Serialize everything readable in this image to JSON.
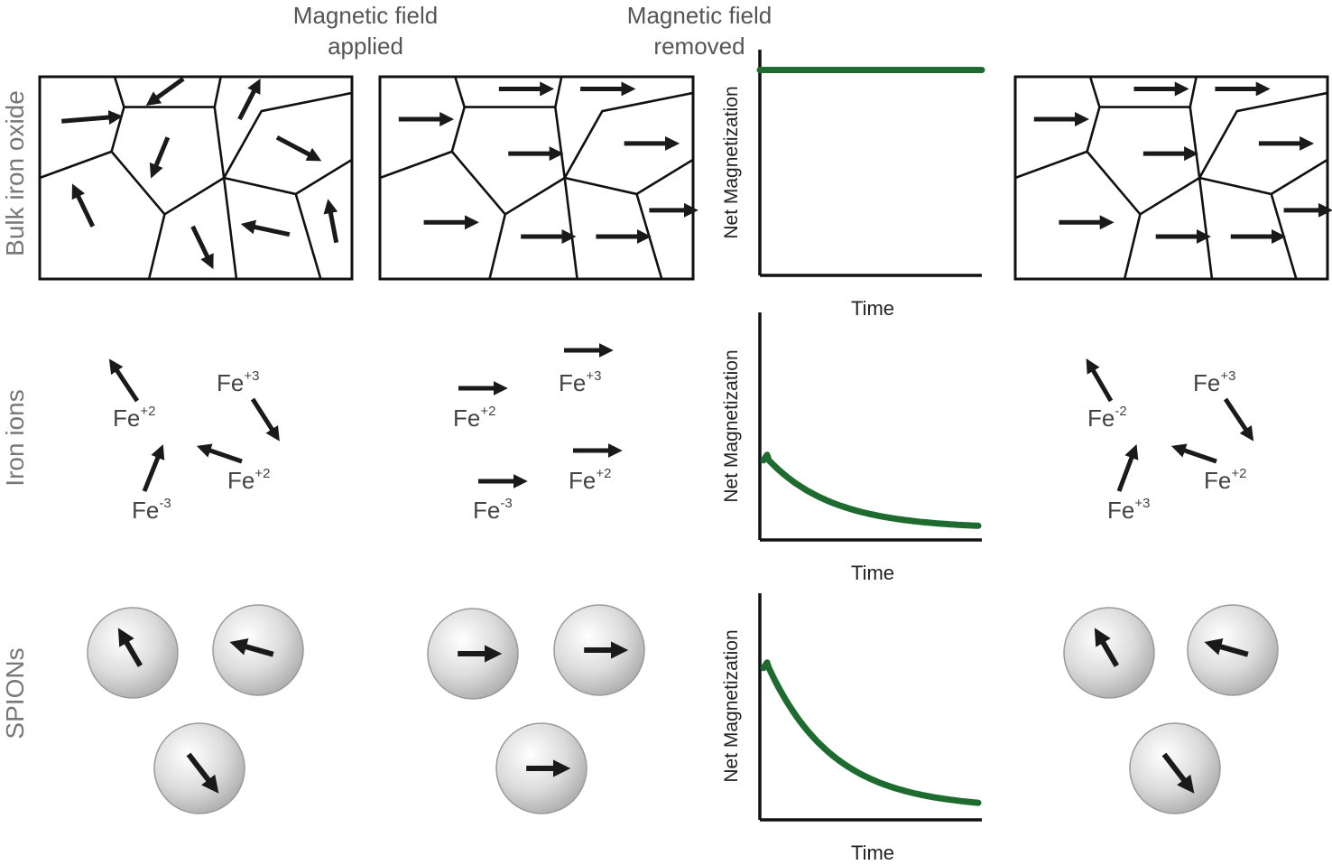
{
  "headers": {
    "applied": [
      "Magnetic field",
      "applied"
    ],
    "removed": [
      "Magnetic field",
      "removed"
    ]
  },
  "rows": [
    {
      "label": "Bulk iron oxide"
    },
    {
      "label": "Iron ions"
    },
    {
      "label": "SPIONs"
    }
  ],
  "ions": {
    "before": [
      "Fe",
      "Fe",
      "Fe",
      "Fe"
    ],
    "before_charges": [
      "+2",
      "+3",
      "+2",
      "-3"
    ],
    "applied": [
      "Fe",
      "Fe",
      "Fe",
      "Fe"
    ],
    "applied_charges": [
      "+2",
      "+3",
      "+2",
      "-3"
    ],
    "after": [
      "Fe",
      "Fe",
      "Fe",
      "Fe"
    ],
    "after_charges": [
      "-2",
      "+3",
      "+2",
      "+3"
    ]
  },
  "charts": {
    "ylabel": "Net Magnetization",
    "xlabel": "Time",
    "line_color": "#1e6b30",
    "series": [
      {
        "type": "line",
        "shape": "constant",
        "start": 0.91,
        "end": 0.91
      },
      {
        "type": "line",
        "shape": "decay",
        "start": 0.35,
        "end": 0.05
      },
      {
        "type": "line",
        "shape": "decay",
        "start": 0.67,
        "end": 0.05
      }
    ]
  },
  "colors": {
    "arrow": "#1a1a1a",
    "sphere": "#c8c8c8"
  }
}
